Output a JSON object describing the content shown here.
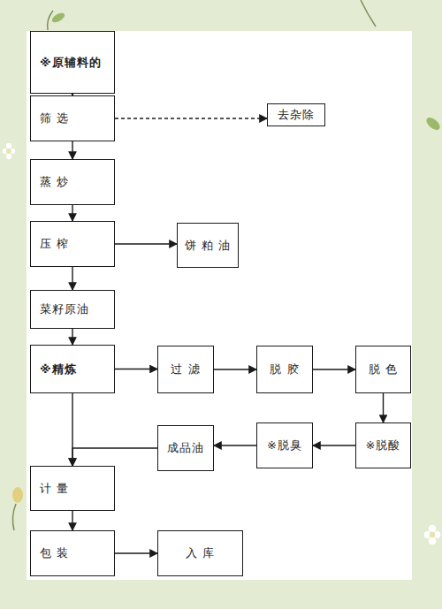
{
  "diagram": {
    "nodes": [
      {
        "text": [
          "※原辅料的"
        ]
      },
      {
        "text": [
          "筛 选"
        ]
      },
      {
        "text": [
          "去杂除"
        ]
      },
      {
        "text": [
          "蒸 炒"
        ]
      },
      {
        "text": [
          "压 榨"
        ]
      },
      {
        "text": [
          "饼 粕 油"
        ]
      },
      {
        "text": [
          "菜籽原油"
        ]
      },
      {
        "text": [
          "※精炼"
        ]
      },
      {
        "text": [
          "过 滤"
        ]
      },
      {
        "text": [
          "脱 胶"
        ]
      },
      {
        "text": [
          "脱 色"
        ]
      },
      {
        "text": [
          "※脱酸"
        ]
      },
      {
        "text": [
          "※脱臭"
        ]
      },
      {
        "text": [
          "成品油"
        ]
      },
      {
        "text": [
          "计 量"
        ]
      },
      {
        "text": [
          "包 装"
        ]
      },
      {
        "text": [
          "入 库"
        ]
      }
    ],
    "edges": [
      {
        "from": 0,
        "to": 1,
        "arrow": "to"
      },
      {
        "from": 1,
        "to": 2,
        "arrow": "to"
      },
      {
        "from": 1,
        "to": 3,
        "arrow": "to"
      },
      {
        "from": 3,
        "to": 4,
        "arrow": "to"
      },
      {
        "from": 4,
        "to": 5,
        "arrow": "to"
      },
      {
        "from": 4,
        "to": 6,
        "arrow": "to"
      },
      {
        "from": 6,
        "to": 7,
        "arrow": "to"
      },
      {
        "from": 7,
        "to": 8,
        "arrow": "to"
      },
      {
        "from": 8,
        "to": 9,
        "arrow": "to"
      },
      {
        "from": 9,
        "to": 10,
        "arrow": "to"
      },
      {
        "from": 10,
        "to": 11,
        "arrow": "to"
      },
      {
        "from": 11,
        "to": 12,
        "arrow": "to"
      },
      {
        "from": 12,
        "to": 13,
        "arrow": "to"
      },
      {
        "from": 13,
        "to": 14,
        "arrow": "to"
      },
      {
        "from": 7,
        "to": 14,
        "arrow": "to"
      },
      {
        "from": 14,
        "to": 15,
        "arrow": "to"
      },
      {
        "from": 15,
        "to": 16,
        "arrow": "to"
      }
    ]
  }
}
